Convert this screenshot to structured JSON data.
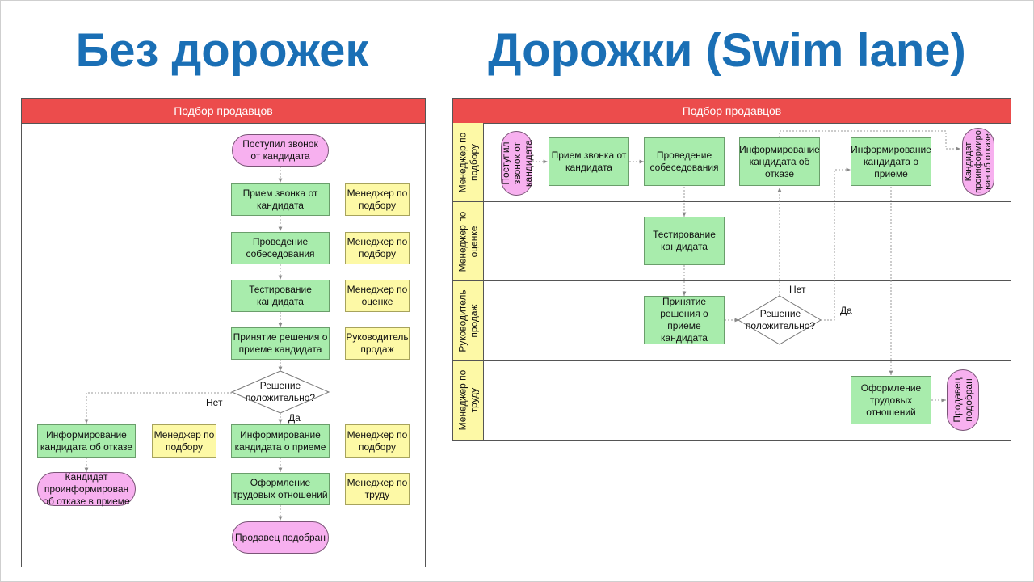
{
  "titles": {
    "left": "Без дорожек",
    "right": "Дорожки (Swim lane)"
  },
  "left_panel": {
    "header": "Подбор продавцов",
    "nodes": {
      "start": "Поступил звонок от кандидата",
      "receive_call": "Прием звонка от кандидата",
      "interview": "Проведение собеседования",
      "testing": "Тестирование кандидата",
      "decision_make": "Принятие решения о приеме кандидата",
      "decision": "Решение положительно?",
      "inform_reject": "Информирование кандидата об отказе",
      "inform_accept": "Информирование кандидата о приеме",
      "employment": "Оформление трудовых отношений",
      "end_reject": "Кандидат проинформирован об отказе в приеме",
      "end_hired": "Продавец подобран"
    },
    "roles": {
      "receive_call": "Менеджер по подбору",
      "interview": "Менеджер по подбору",
      "testing": "Менеджер по оценке",
      "decision_make": "Руководитель продаж",
      "inform_reject": "Менеджер по подбору",
      "inform_accept": "Менеджер по подбору",
      "employment": "Менеджер по труду"
    },
    "branch_no": "Нет",
    "branch_yes": "Да"
  },
  "right_panel": {
    "header": "Подбор продавцов",
    "lanes": [
      "Менеджер по подбору",
      "Менеджер по оценке",
      "Руководитель продаж",
      "Менеджер по труду"
    ],
    "nodes": {
      "start": "Поступил звонок от кандидата",
      "receive_call": "Прием звонка от кандидата",
      "interview": "Проведение собеседования",
      "inform_reject": "Информирование кандидата об отказе",
      "inform_accept": "Информирование кандидата о приеме",
      "end_reject": "Кандидат проинформиро ван об отказе",
      "testing": "Тестирование кандидата",
      "decision_make": "Принятие решения о приеме кандидата",
      "decision": "Решение положительно?",
      "employment": "Оформление трудовых отношений",
      "end_hired": "Продавец подобран"
    },
    "branch_no": "Нет",
    "branch_yes": "Да"
  },
  "colors": {
    "title": "#1a6fb5",
    "header": "#ec4c4c",
    "process": "#a8ecac",
    "role": "#fdf9a6",
    "terminal": "#f7b0ef"
  }
}
